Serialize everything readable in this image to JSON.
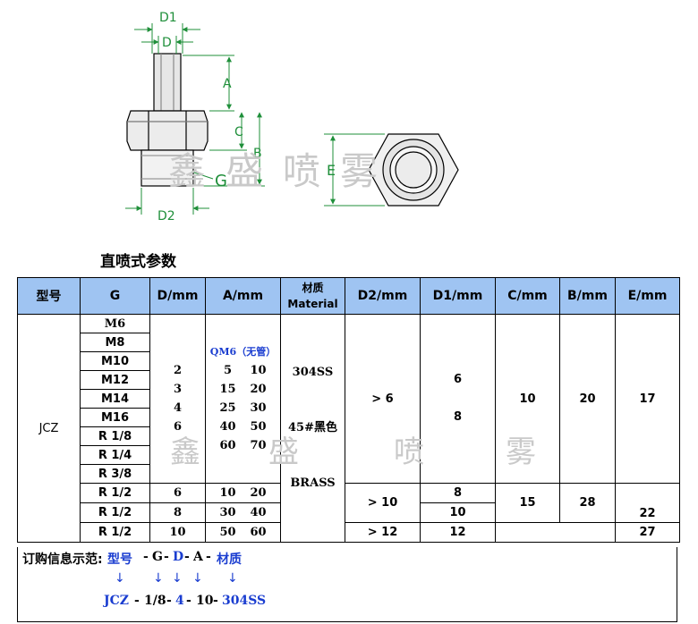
{
  "drawing": {
    "labels": {
      "d1": "D1",
      "d": "D",
      "a": "A",
      "c": "C",
      "b": "B",
      "g": "G",
      "d2": "D2",
      "e": "E"
    }
  },
  "watermark": {
    "top": "鑫盛喷雾",
    "table": [
      "鑫",
      "盛",
      "喷",
      "雾"
    ]
  },
  "section_title": "直喷式参数",
  "table": {
    "headers": [
      "型号",
      "G",
      "D/mm",
      "A/mm",
      "材质",
      "Material",
      "D2/mm",
      "D1/mm",
      "C/mm",
      "B/mm",
      "E/mm"
    ],
    "model": "JCZ",
    "g_values": [
      "M6",
      "M8",
      "M10",
      "M12",
      "M14",
      "M16",
      "R 1/8",
      "R 1/4",
      "R 3/8",
      "R 1/2",
      "R 1/2",
      "R 1/2"
    ],
    "group1": {
      "d_values": [
        "2",
        "3",
        "4",
        "6"
      ],
      "a_note": "QM6（无管）",
      "a_pairs": [
        [
          "5",
          "10"
        ],
        [
          "15",
          "20"
        ],
        [
          "25",
          "30"
        ],
        [
          "40",
          "50"
        ],
        [
          "60",
          "70"
        ]
      ],
      "materials": [
        "304SS",
        "45#黑色",
        "BRASS"
      ],
      "d2": "> 6",
      "d1_values": [
        "6",
        "8"
      ],
      "c": "10",
      "b": "20",
      "e": "17"
    },
    "group2": {
      "d_values": [
        "6",
        "8",
        "10"
      ],
      "a_pairs": [
        [
          "10",
          "20"
        ],
        [
          "30",
          "40"
        ],
        [
          "50",
          "60"
        ]
      ],
      "d2_values": [
        "> 10",
        "> 12"
      ],
      "d1_values": [
        "8",
        "10",
        "12"
      ],
      "c": "15",
      "b": "28",
      "e_values": [
        "22",
        "27"
      ]
    }
  },
  "order_info": {
    "label": "订购信息示范:",
    "pattern": [
      "型号",
      "-",
      "G",
      "-",
      "D",
      "-",
      "A",
      "-",
      "材质"
    ],
    "arrow": "↓",
    "example": [
      "JCZ",
      "-",
      "1/8",
      "-",
      "4",
      "-",
      "10",
      "-",
      "304SS"
    ]
  },
  "colors": {
    "header_bg": "#9fc4f2",
    "blue": "#1a3dd0",
    "watermark": "#c9c9c9"
  }
}
